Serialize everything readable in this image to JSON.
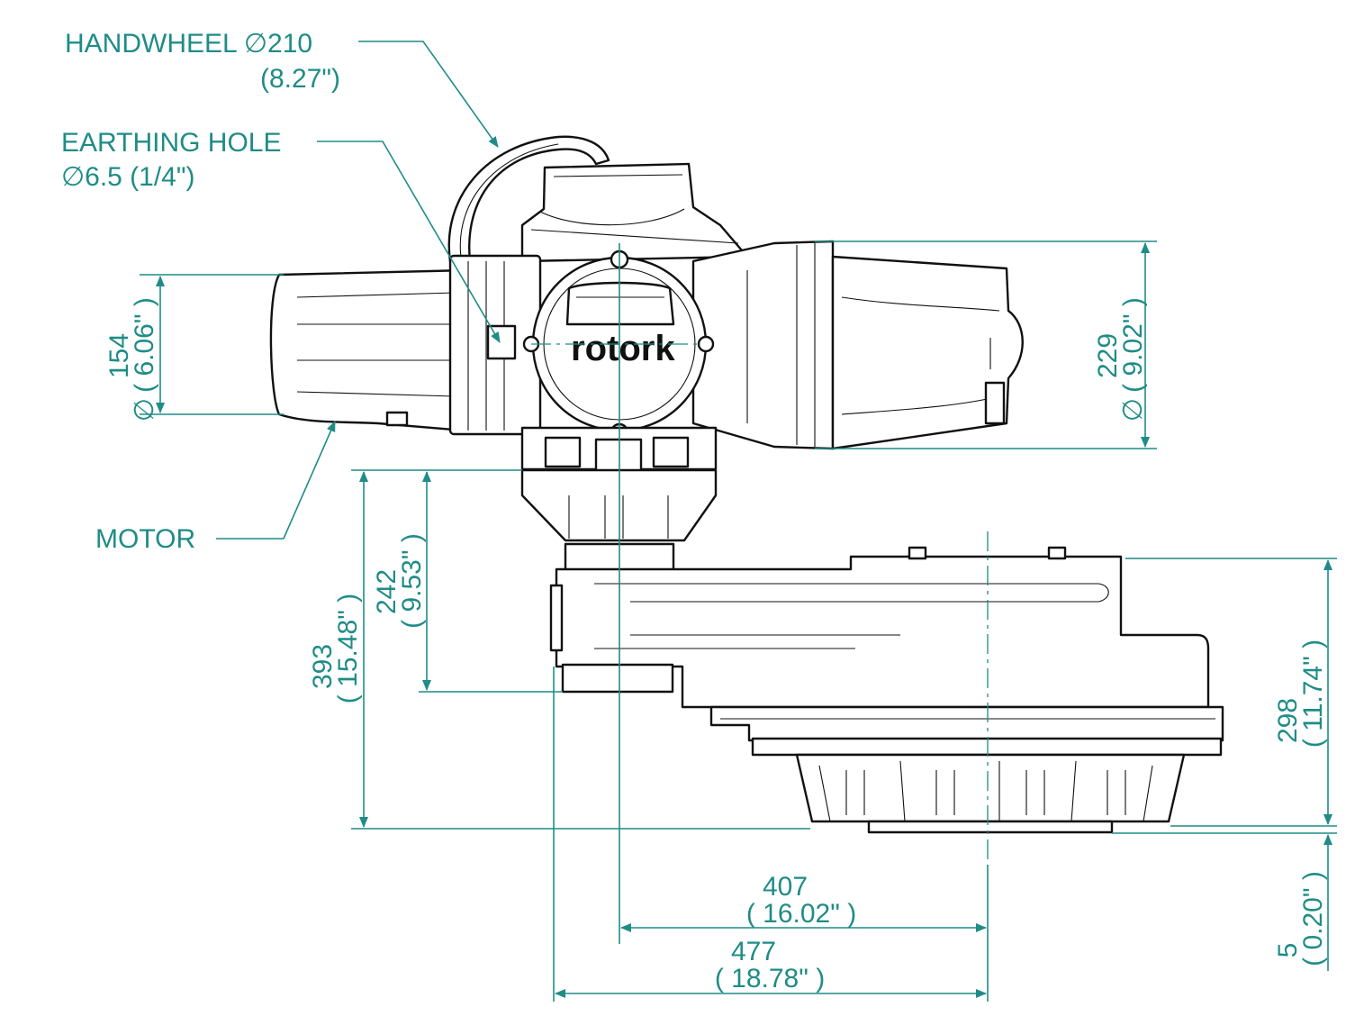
{
  "callouts": {
    "handwheel": "HANDWHEEL ∅210",
    "handwheel_in": "(8.27\")",
    "earthing": "EARTHING HOLE",
    "earthing_dia": "∅6.5 (1/4\")",
    "motor": "MOTOR"
  },
  "brand": "rotork",
  "dimensions": {
    "motor_dia_mm": "154",
    "motor_dia_in": "( 6.06\" )",
    "cover_dia_mm": "229",
    "cover_dia_in": "( 9.02\" )",
    "dia_symbol": "∅",
    "height_gear_mm": "242",
    "height_gear_in": "( 9.53\" )",
    "height_total_mm": "393",
    "height_total_in": "( 15.48\" )",
    "gearbox_mm": "298",
    "gearbox_in": "( 11.74\" )",
    "base_mm": "5",
    "base_in": "( 0.20\" )",
    "width_center_mm": "407",
    "width_center_in": "( 16.02\" )",
    "width_total_mm": "477",
    "width_total_in": "( 18.78\" )"
  }
}
